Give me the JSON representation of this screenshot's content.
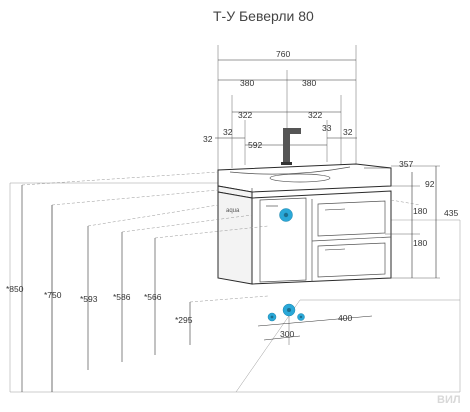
{
  "title": "Т-У Беверли 80",
  "watermark": "ВИЛ",
  "colors": {
    "connector": "#2aa8d8",
    "line": "#333333",
    "floor": "#9a9a9a"
  },
  "dims_top": {
    "total": "760",
    "left_half": "380",
    "right_half": "380",
    "left_inner": "322",
    "right_inner": "322",
    "small_left_outer": "32",
    "small_left_inner": "32",
    "small_right_inner": "33",
    "small_right_outer": "32",
    "sink_width": "592"
  },
  "dims_right": {
    "depth": "357",
    "top_height": "92",
    "upper_drawer": "180",
    "lower_drawer": "180",
    "total_height": "435"
  },
  "dims_left": {
    "h1": "*850",
    "h2": "*750",
    "h3": "*593",
    "h4": "*586",
    "h5": "*566",
    "h6": "*295"
  },
  "dims_bottom": {
    "left": "300",
    "right": "400"
  },
  "notes": {
    "door_label": "aqua"
  }
}
